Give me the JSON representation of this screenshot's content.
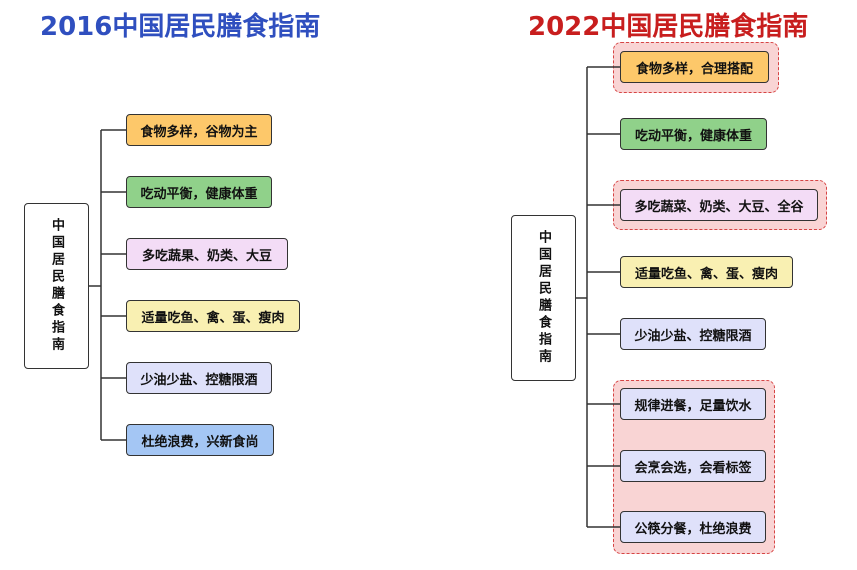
{
  "titles": {
    "left": "2016中国居民膳食指南",
    "right": "2022中国居民膳食指南"
  },
  "guide_2016": {
    "root": "中国居民膳食指南",
    "items": [
      "食物多样，谷物为主",
      "吃动平衡，健康体重",
      "多吃蔬果、奶类、大豆",
      "适量吃鱼、禽、蛋、瘦肉",
      "少油少盐、控糖限酒",
      "杜绝浪费，兴新食尚"
    ]
  },
  "guide_2022": {
    "root": "中国居民膳食指南",
    "items": [
      "食物多样，合理搭配",
      "吃动平衡，健康体重",
      "多吃蔬菜、奶类、大豆、全谷",
      "适量吃鱼、禽、蛋、瘦肉",
      "少油少盐、控糖限酒",
      "规律进餐，足量饮水",
      "会烹会选，会看标签",
      "公筷分餐，杜绝浪费"
    ]
  },
  "colors": {
    "title_2016": "#2f4fbf",
    "title_2022": "#c81e1e",
    "highlight_border": "#d64545",
    "highlight_fill": "#f9d4d4"
  }
}
